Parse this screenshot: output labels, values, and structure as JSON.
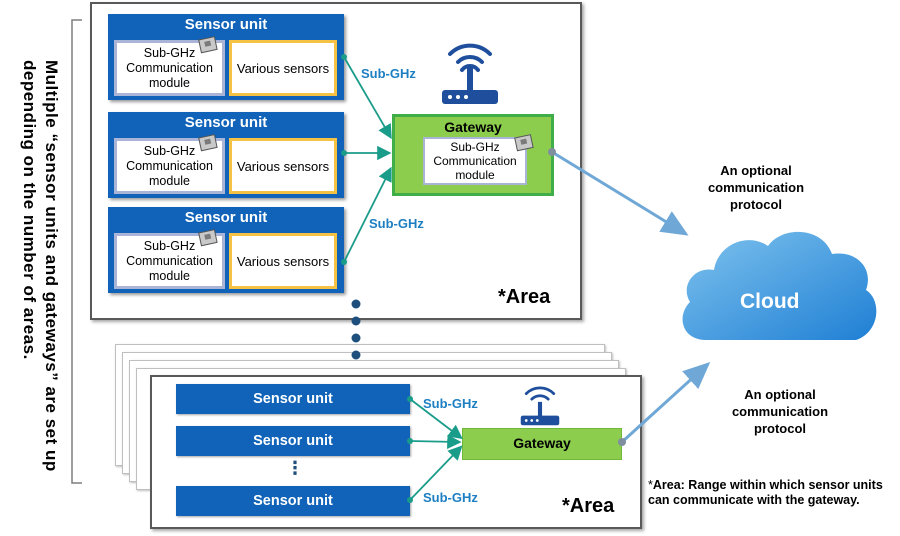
{
  "side_text": "Multiple “sensor units and gateways” are set up depending on the number of areas.",
  "top_area": {
    "sensor_units": [
      {
        "title": "Sensor unit",
        "module": "Sub-GHz Communication module",
        "sensors": "Various sensors"
      },
      {
        "title": "Sensor unit",
        "module": "Sub-GHz Communication module",
        "sensors": "Various sensors"
      },
      {
        "title": "Sensor unit",
        "module": "Sub-GHz Communication module",
        "sensors": "Various sensors"
      }
    ],
    "gateway": {
      "title": "Gateway",
      "module": "Sub-GHz Communication module"
    },
    "link_labels": [
      "Sub-GHz",
      "Sub-GHz"
    ],
    "area_label": "*Area"
  },
  "bottom_area": {
    "sensor_units": [
      "Sensor unit",
      "Sensor unit",
      "Sensor unit"
    ],
    "ellipsis": "⋮",
    "gateway": "Gateway",
    "link_labels": [
      "Sub-GHz",
      "Sub-GHz"
    ],
    "area_label": "*Area"
  },
  "cloud": {
    "label": "Cloud",
    "color": "#2f8fd6"
  },
  "optional_labels": [
    "An optional communication protocol",
    "An optional communication protocol"
  ],
  "note": {
    "marker": "*",
    "text": "Area: Range within which sensor units can communicate with the gateway."
  },
  "colors": {
    "sensor_blue": "#1063b8",
    "gateway_green": "#8ccd4e",
    "gateway_border": "#3fae49",
    "module_border": "#a9b4d6",
    "sensor_border": "#f6c243",
    "link_teal": "#1a9c8a",
    "link_blue": "#1d7fc2"
  },
  "icons": [
    "wifi-router-icon",
    "chip-icon",
    "cloud-icon"
  ]
}
